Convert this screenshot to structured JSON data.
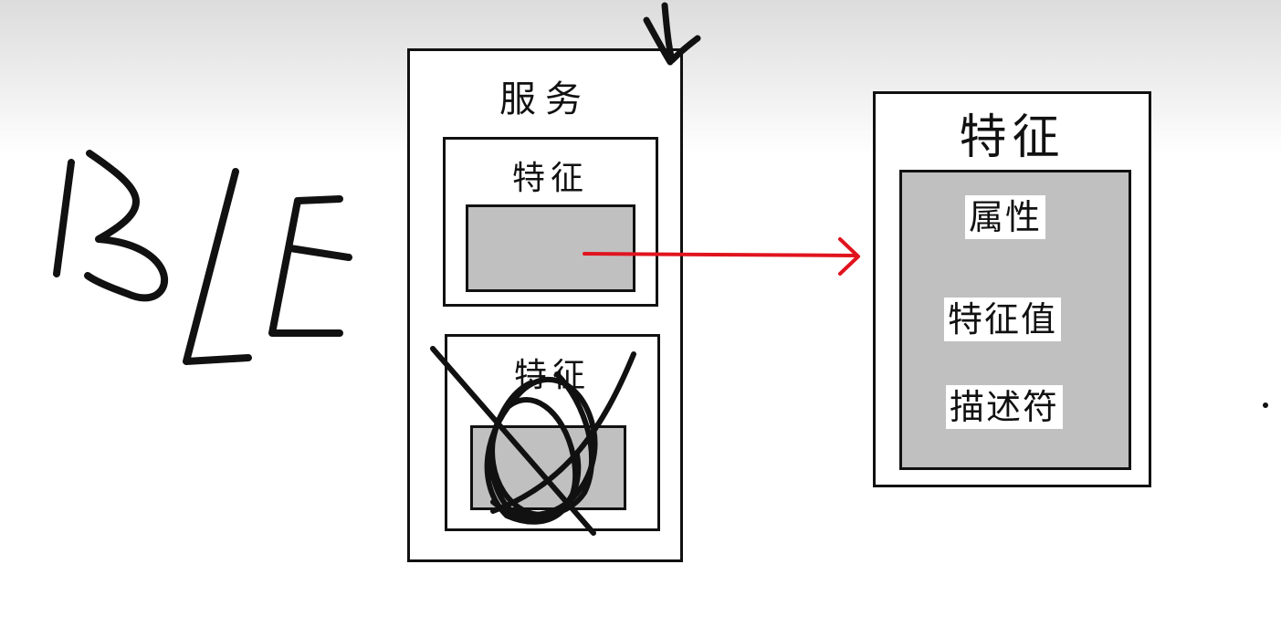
{
  "diagram": {
    "service": {
      "title": "服务",
      "characteristics": [
        {
          "title": "特征"
        },
        {
          "title": "特征"
        }
      ]
    },
    "characteristic_detail": {
      "title": "特征",
      "items": [
        "属性",
        "特征值",
        "描述符"
      ]
    },
    "handwriting": {
      "text": "BLE"
    },
    "colors": {
      "arrow": "#e0141e",
      "value_fill": "#c0c0c0",
      "ink": "#111111"
    }
  }
}
